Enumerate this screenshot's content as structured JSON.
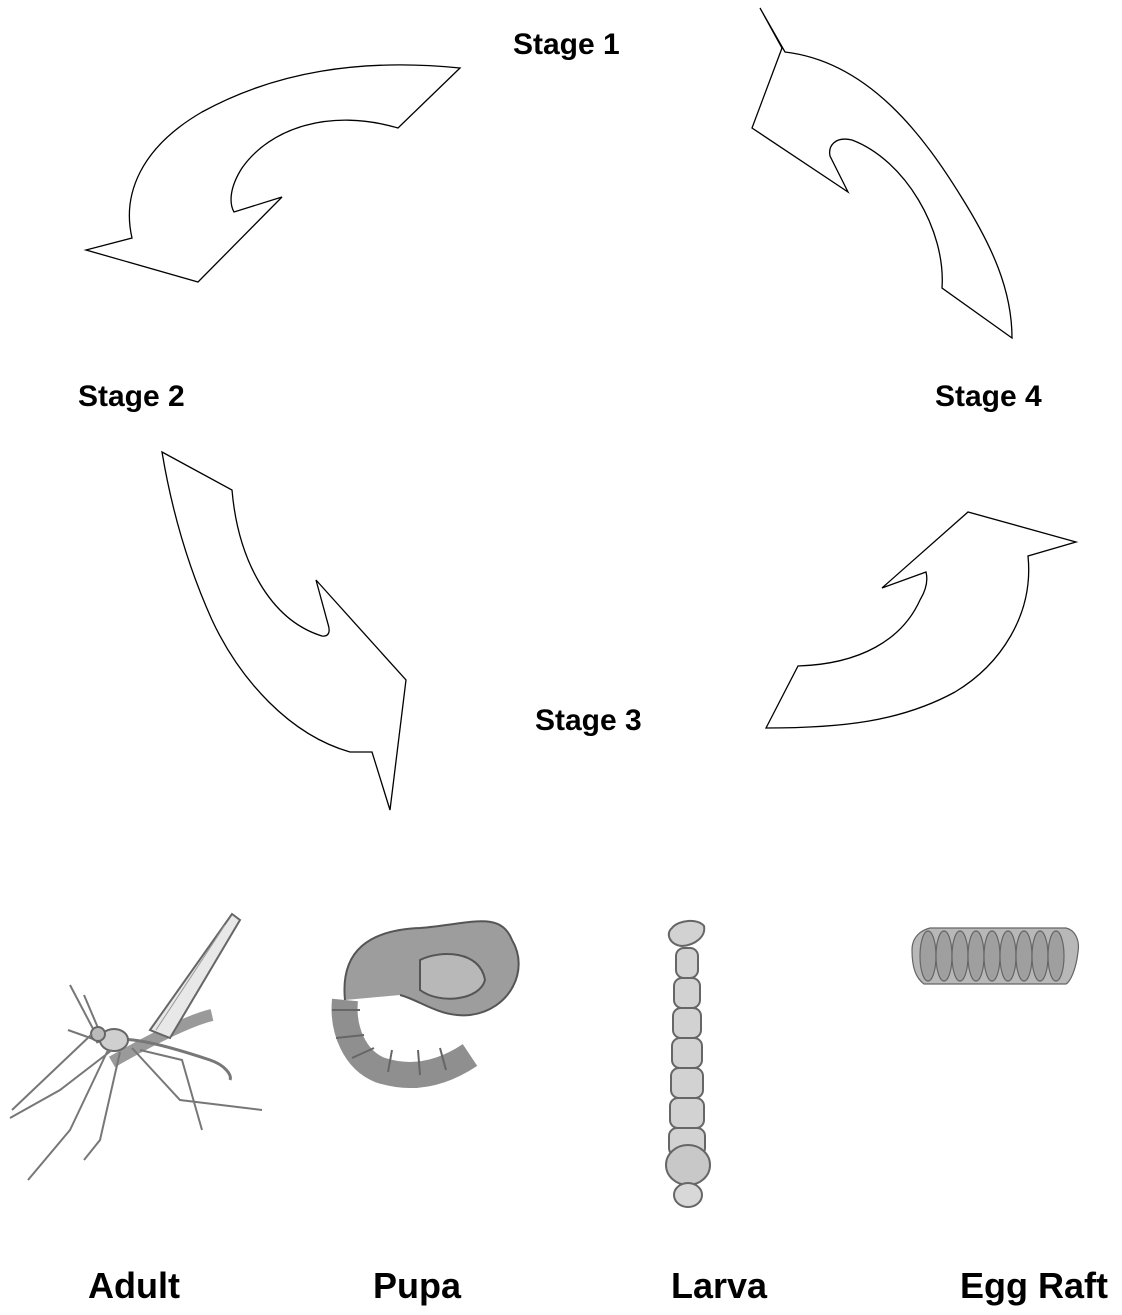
{
  "stages": {
    "stage1": "Stage 1",
    "stage2": "Stage 2",
    "stage3": "Stage 3",
    "stage4": "Stage 4"
  },
  "organisms": {
    "adult": "Adult",
    "pupa": "Pupa",
    "larva": "Larva",
    "egg_raft": "Egg Raft"
  },
  "colors": {
    "line": "#000000",
    "background": "#ffffff",
    "organism_gray": "#8a8a8a"
  }
}
